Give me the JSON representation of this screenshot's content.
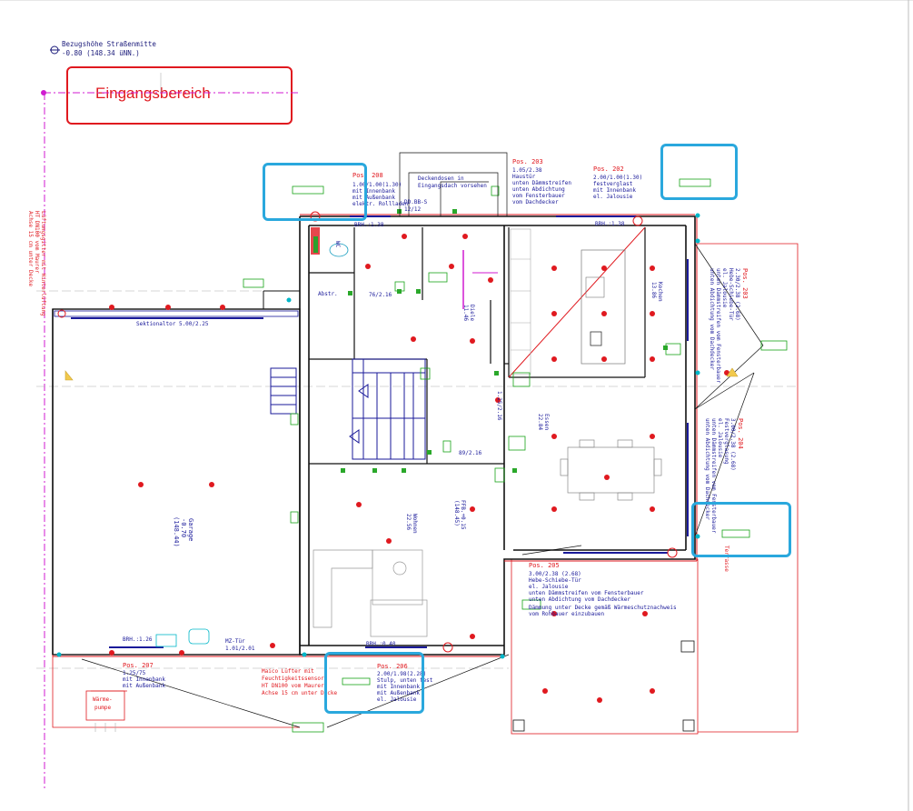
{
  "reference": {
    "line1": "Bezugshöhe Straßenmitte",
    "line2": "-0.80 (148.34 üNN.)"
  },
  "area_title": "Eingangsbereich",
  "colors": {
    "wall": "#111111",
    "annotation_red": "#e0191f",
    "dim_blue": "#1a1a9a",
    "green_tag": "#17a317",
    "magenta": "#d01ad0",
    "cyan": "#00b6c8",
    "callout": "#2aa8dd"
  },
  "positions": [
    {
      "id": "pos208",
      "title": "Pos. 208",
      "lines": [
        "1.00/1.00(1.30)",
        "mit Innenbank",
        "mit Außenbank",
        "elektr. Rollladen"
      ]
    },
    {
      "id": "pos203a",
      "title": "Pos. 203",
      "lines": [
        "1.05/2.38",
        "Haustür",
        "unten Dämmstreifen",
        "unten Abdichtung",
        "vom Fensterbauer",
        "vom Dachdecker"
      ]
    },
    {
      "id": "pos202",
      "title": "Pos. 202",
      "lines": [
        "2.00/1.00(1.30)",
        "festverglast",
        "mit Innenbank",
        "el. Jalousie"
      ]
    },
    {
      "id": "pos203b",
      "title": "Pos. 203",
      "lines": [
        "2.30/2.38 (2.68)",
        "Hebe-Schiebe-Tür",
        "el. Jalousie",
        "unten Dämmstreifen vom Fensterbauer",
        "unten Abdichtung vom Dachdecker"
      ]
    },
    {
      "id": "pos204",
      "title": "Pos. 204",
      "lines": [
        "3.00/2.38 (2.68)",
        "Festverglasung",
        "el. Jalousie",
        "unten Dämmstreifen vom Fensterbauer",
        "unten Abdichtung vom Dachdecker"
      ]
    },
    {
      "id": "pos205",
      "title": "Pos. 205",
      "lines": [
        "3.00/2.38 (2.68)",
        "Hebe-Schiebe-Tür",
        "el. Jalousie",
        "unten Dämmstreifen vom Fensterbauer",
        "unten Abdichtung vom Dachdecker",
        "Dämmung unter Decke gemäß Wärmeschutznachweis",
        "vom Rohbauer einzubauen"
      ]
    },
    {
      "id": "pos206",
      "title": "Pos. 206",
      "lines": [
        "2.00/1.98(2.28)",
        "Stulp, unten fest",
        "mit Innenbank",
        "mit Außenbank",
        "el. Jalousie"
      ]
    },
    {
      "id": "pos207",
      "title": "Pos. 207",
      "lines": [
        "1.25/75",
        "mit Innenbank",
        "mit Außenbank"
      ]
    }
  ],
  "labels": {
    "deckendosen": [
      "Deckendosen in",
      "Eingangsdach vorsehen"
    ],
    "brh_top_left": "BRH.:1.38",
    "brh_top_right": "BRH.:1.38",
    "brh_bottom_left": "BRH.:1.26",
    "brh_bottom_mid": "BRH.:0.40",
    "sektionaltor": "Sektionaltor 5.00/2.25",
    "mz_tuer": [
      "MZ-Tür",
      "1.01/2.01"
    ],
    "luefter": [
      "Maico Lüfter mit",
      "Feuchtigkeitssensor",
      "HT DN100 vom Maurer",
      "Achse 15 cm unter Decke"
    ],
    "waermepumpe": [
      "Wärme-",
      "pumpe"
    ],
    "lueftung_left": [
      "Lüftungsgitter mit Hinterlüftung",
      "HT DN100 vom Maurer",
      "Achse 15 cm unter Decke"
    ],
    "garage": [
      "Garage",
      "-0.70",
      "(148.44)"
    ],
    "wohnen": [
      "Wohnen",
      "22.56"
    ],
    "essen": [
      "Essen",
      "22.84"
    ],
    "kochen": [
      "Kochen",
      "13.86"
    ],
    "diele": [
      "Diele",
      "11.46"
    ],
    "wc": "WC",
    "abstr": "Abstr.",
    "dim_76": "76/2.16",
    "dim_89": "89/2.16",
    "dim_125": "1.25/2.16",
    "dd_bb": "DD.BB-S",
    "dd_ratio": "12/12",
    "terrasse": "Terrasse",
    "ffb": [
      "FFB.+0.15",
      "(148.45)"
    ]
  }
}
